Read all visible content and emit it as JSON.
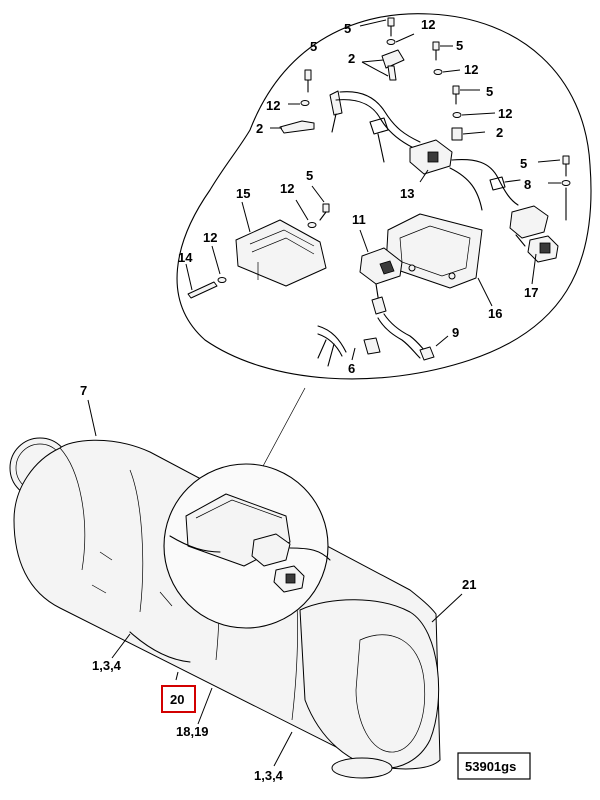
{
  "labels": {
    "l5a": "5",
    "l12a": "12",
    "l2a": "2",
    "l5b": "5",
    "l5c": "5",
    "l12b": "12",
    "l12c": "12",
    "l5d": "5",
    "l12d": "12",
    "l2b": "2",
    "l2c": "2",
    "l5e": "5",
    "l8": "8",
    "l13": "13",
    "l15": "15",
    "l12e": "12",
    "l5f": "5",
    "l11": "11",
    "l14": "14",
    "l12f": "12",
    "l17": "17",
    "l16": "16",
    "l9": "9",
    "l6": "6",
    "l7": "7",
    "l21": "21",
    "l134a": "1,3,4",
    "l20": "20",
    "l1819": "18,19",
    "l134b": "1,3,4"
  },
  "drawing_id": "53901gs",
  "highlighted_callout": "20",
  "colors": {
    "highlight": "#d20000",
    "line": "#000000",
    "fill": "#f4f4f4"
  }
}
